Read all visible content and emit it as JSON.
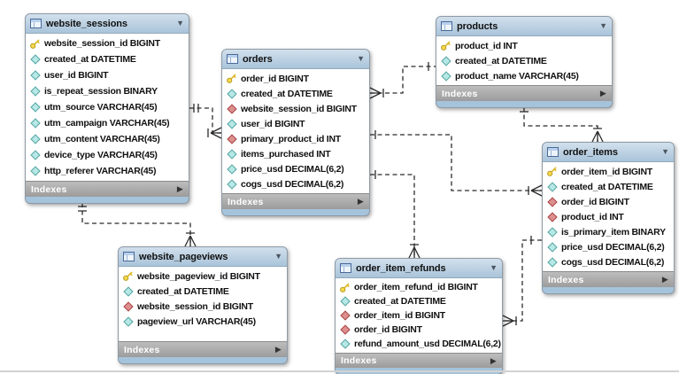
{
  "icons": {
    "collapse": "▼",
    "expand": "▶",
    "primary_key": "key-icon",
    "attribute": "diamond-icon-cyan",
    "foreign_key": "diamond-icon-red"
  },
  "colors": {
    "header": "#b9cfe3",
    "strip": "#a5c4dc",
    "footer": "#a9a9a9",
    "body": "#ffffff",
    "key": "#f7da4a",
    "attr_diamond": "#b5e8e6",
    "fk_diamond": "#dd8e8e",
    "line": "#2b2b2b"
  },
  "diagram": {
    "tables": [
      {
        "name": "website_sessions",
        "footer": "Indexes",
        "fields": [
          {
            "label": "website_session_id BIGINT",
            "icon": "primary-key"
          },
          {
            "label": "created_at DATETIME",
            "icon": "attribute"
          },
          {
            "label": "user_id BIGINT",
            "icon": "attribute"
          },
          {
            "label": "is_repeat_session BINARY",
            "icon": "attribute"
          },
          {
            "label": "utm_source VARCHAR(45)",
            "icon": "attribute"
          },
          {
            "label": "utm_campaign VARCHAR(45)",
            "icon": "attribute"
          },
          {
            "label": "utm_content VARCHAR(45)",
            "icon": "attribute"
          },
          {
            "label": "device_type VARCHAR(45)",
            "icon": "attribute"
          },
          {
            "label": "http_referer VARCHAR(45)",
            "icon": "attribute"
          }
        ]
      },
      {
        "name": "orders",
        "footer": "Indexes",
        "fields": [
          {
            "label": "order_id BIGINT",
            "icon": "primary-key"
          },
          {
            "label": "created_at DATETIME",
            "icon": "attribute"
          },
          {
            "label": "website_session_id BIGINT",
            "icon": "foreign-key"
          },
          {
            "label": "user_id BIGINT",
            "icon": "attribute"
          },
          {
            "label": "primary_product_id INT",
            "icon": "foreign-key"
          },
          {
            "label": "items_purchased INT",
            "icon": "attribute"
          },
          {
            "label": "price_usd DECIMAL(6,2)",
            "icon": "attribute"
          },
          {
            "label": "cogs_usd DECIMAL(6,2)",
            "icon": "attribute"
          }
        ]
      },
      {
        "name": "products",
        "footer": "Indexes",
        "fields": [
          {
            "label": "product_id INT",
            "icon": "primary-key"
          },
          {
            "label": "created_at DATETIME",
            "icon": "attribute"
          },
          {
            "label": "product_name VARCHAR(45)",
            "icon": "attribute"
          }
        ]
      },
      {
        "name": "order_items",
        "footer": "Indexes",
        "fields": [
          {
            "label": "order_item_id BIGINT",
            "icon": "primary-key"
          },
          {
            "label": "created_at DATETIME",
            "icon": "attribute"
          },
          {
            "label": "order_id BIGINT",
            "icon": "foreign-key"
          },
          {
            "label": "product_id INT",
            "icon": "foreign-key"
          },
          {
            "label": "is_primary_item BINARY",
            "icon": "attribute"
          },
          {
            "label": "price_usd DECIMAL(6,2)",
            "icon": "attribute"
          },
          {
            "label": "cogs_usd DECIMAL(6,2)",
            "icon": "attribute"
          }
        ]
      },
      {
        "name": "website_pageviews",
        "footer": "Indexes",
        "fields": [
          {
            "label": "website_pageview_id BIGINT",
            "icon": "primary-key"
          },
          {
            "label": "created_at DATETIME",
            "icon": "attribute"
          },
          {
            "label": "website_session_id BIGINT",
            "icon": "foreign-key"
          },
          {
            "label": "pageview_url VARCHAR(45)",
            "icon": "attribute"
          }
        ]
      },
      {
        "name": "order_item_refunds",
        "footer": "Indexes",
        "fields": [
          {
            "label": "order_item_refund_id BIGINT",
            "icon": "primary-key"
          },
          {
            "label": "created_at DATETIME",
            "icon": "attribute"
          },
          {
            "label": "order_item_id BIGINT",
            "icon": "foreign-key"
          },
          {
            "label": "order_id BIGINT",
            "icon": "foreign-key"
          },
          {
            "label": "refund_amount_usd DECIMAL(6,2)",
            "icon": "attribute"
          }
        ]
      }
    ],
    "relationships": [
      {
        "from": "website_sessions",
        "to": "orders",
        "cardinality": "one-to-many",
        "style": "dashed"
      },
      {
        "from": "website_sessions",
        "to": "website_pageviews",
        "cardinality": "one-to-many",
        "style": "dashed"
      },
      {
        "from": "products",
        "to": "orders",
        "cardinality": "one-to-many",
        "style": "dashed"
      },
      {
        "from": "orders",
        "to": "order_items",
        "cardinality": "one-to-many",
        "style": "dashed"
      },
      {
        "from": "orders",
        "to": "order_item_refunds",
        "cardinality": "one-to-many",
        "style": "dashed"
      },
      {
        "from": "products",
        "to": "order_items",
        "cardinality": "one-to-many",
        "style": "dashed"
      },
      {
        "from": "order_items",
        "to": "order_item_refunds",
        "cardinality": "one-to-many",
        "style": "dashed"
      }
    ]
  }
}
